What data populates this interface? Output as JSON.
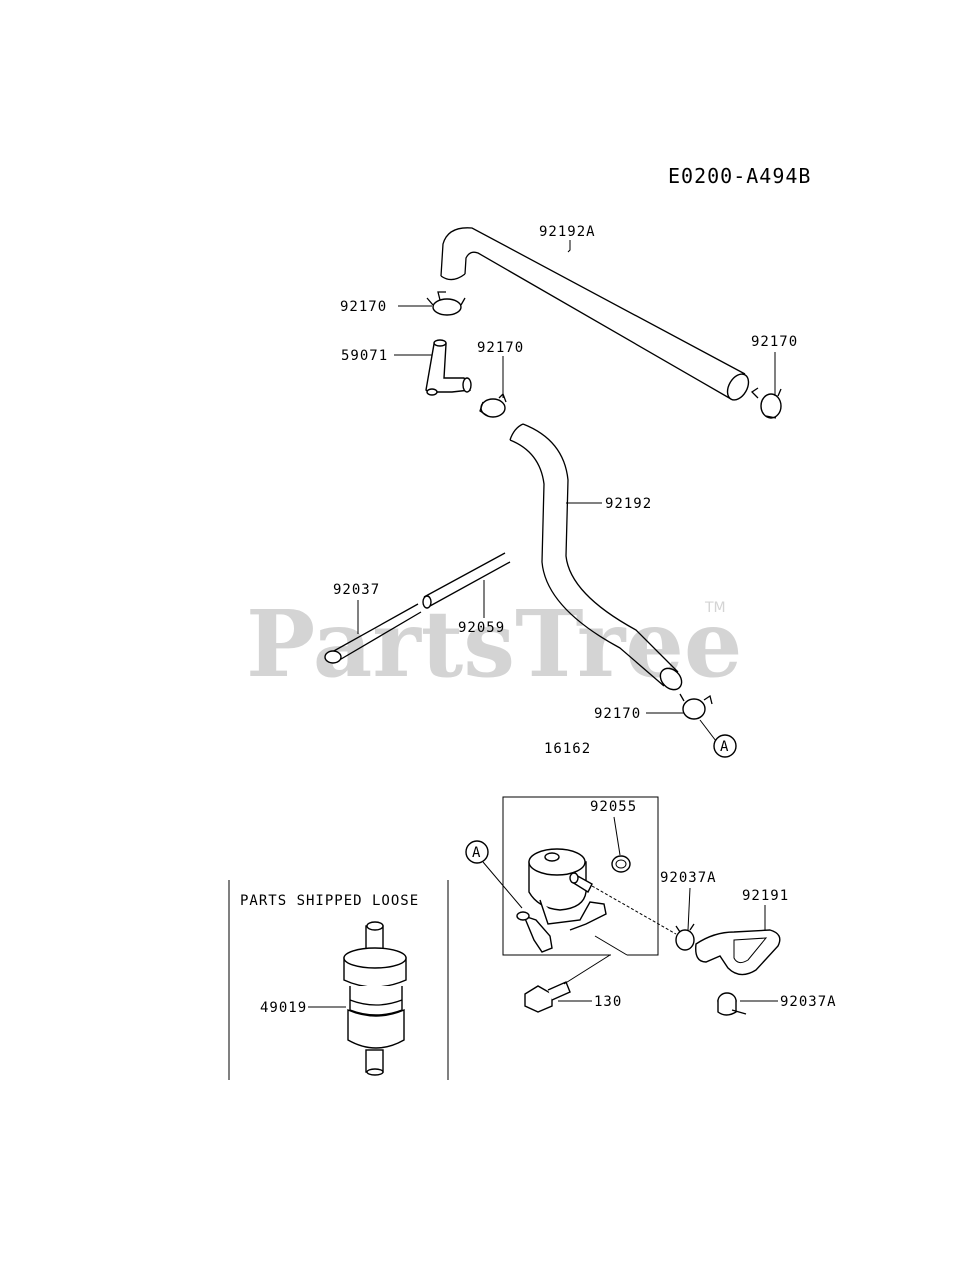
{
  "diagram": {
    "code": "E0200-A494B",
    "watermark": "PartsTree",
    "trademark": "TM",
    "loose_box_title": "PARTS SHIPPED LOOSE",
    "callout_a": "A",
    "labels": {
      "p92192A": "92192A",
      "p92170_top": "92170",
      "p59071": "59071",
      "p92170_mid": "92170",
      "p92170_right": "92170",
      "p92192": "92192",
      "p92037": "92037",
      "p92059": "92059",
      "p92170_bottom": "92170",
      "p16162": "16162",
      "p92055": "92055",
      "p92037A_upper": "92037A",
      "p92191": "92191",
      "p49019": "49019",
      "p130": "130",
      "p92037A_lower": "92037A"
    }
  }
}
